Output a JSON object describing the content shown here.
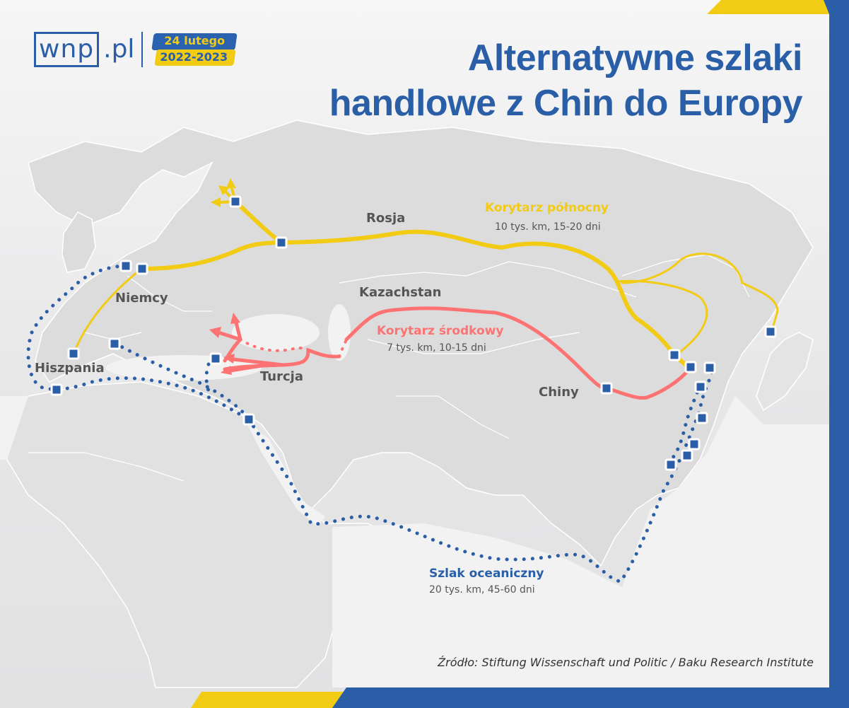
{
  "logo": {
    "brand": "wnp",
    "tld": ".pl",
    "badge_line1": "24 lutego",
    "badge_line2": "2022-2023"
  },
  "header": {
    "title_line1": "Alternatywne szlaki",
    "title_line2": "handlowe z Chin do Europy"
  },
  "countries": {
    "russia": "Rosja",
    "kazakhstan": "Kazachstan",
    "germany": "Niemcy",
    "spain": "Hiszpania",
    "turkey": "Turcja",
    "china": "Chiny"
  },
  "routes": {
    "northern": {
      "name": "Korytarz północny",
      "details": "10 tys. km, 15-20 dni",
      "color": "#f2cb14"
    },
    "middle": {
      "name": "Korytarz środkowy",
      "details": "7 tys. km,  10-15 dni",
      "color": "#fd7373"
    },
    "ocean": {
      "name": "Szlak oceaniczny",
      "details": "20 tys. km, 45-60 dni",
      "color": "#2a5ea7"
    }
  },
  "footer": {
    "source": "Źródło: Stiftung Wissenschaft und Politic / Baku Research Institute"
  },
  "colors": {
    "brand_blue": "#2a5ea7",
    "accent_yellow": "#f2cb14",
    "route_red": "#fd7373",
    "land_gray": "#dcdcdc"
  }
}
